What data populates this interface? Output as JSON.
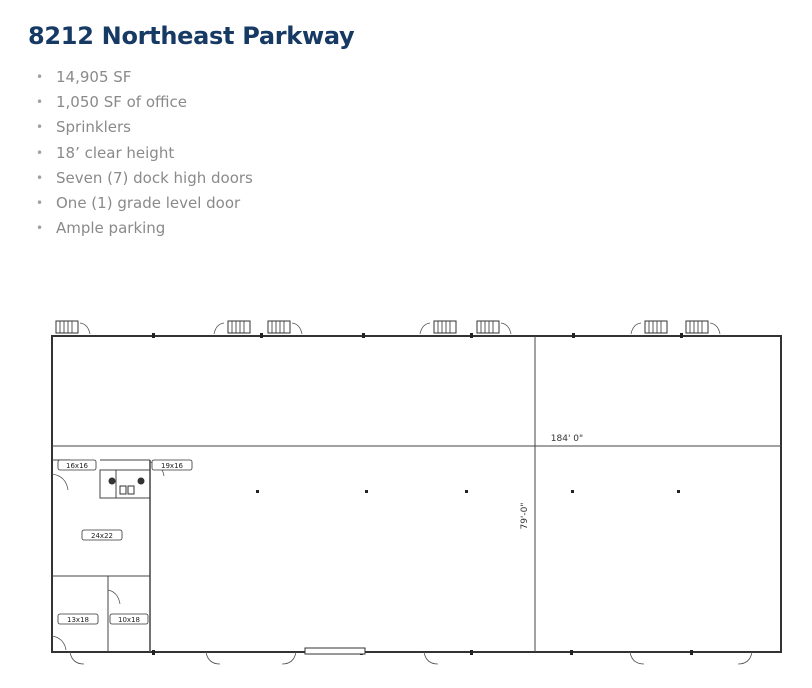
{
  "property": {
    "title": "8212 Northeast Parkway",
    "features": [
      "14,905 SF",
      "1,050 SF of office",
      "Sprinklers",
      "18’ clear height",
      "Seven (7) dock high doors",
      "One (1) grade level door",
      "Ample parking"
    ],
    "bullet_char": "•"
  },
  "floor_plan": {
    "width_dimension": "184' 0\"",
    "depth_dimension": "79'-0\"",
    "room_labels": [
      "16x16",
      "19x16",
      "24x22",
      "13x18",
      "10x18"
    ],
    "colors": {
      "title": "#163a63",
      "text": "#8a8a8a",
      "lines": "#333333"
    }
  }
}
